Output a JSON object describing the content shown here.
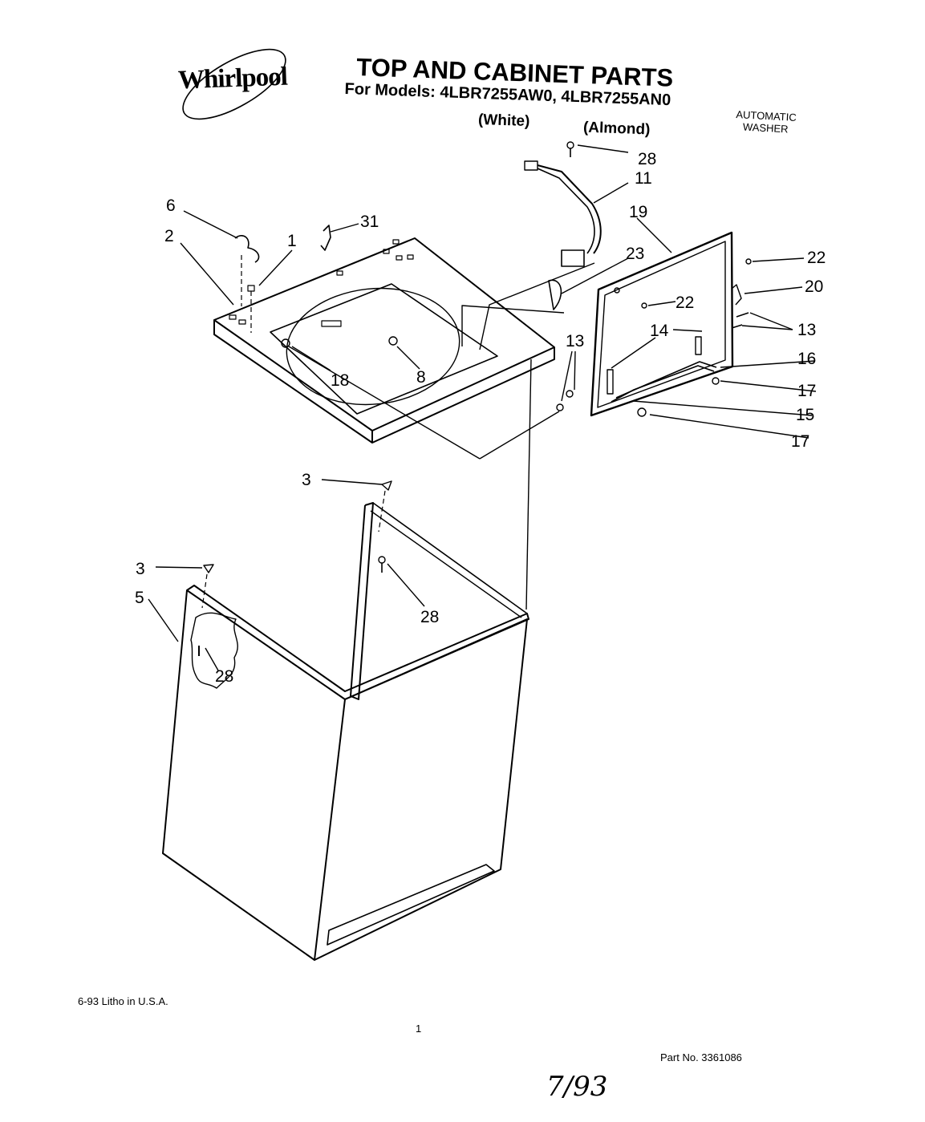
{
  "brand": "Whirlpool",
  "title": "TOP AND CABINET PARTS",
  "models_line": "For Models: 4LBR7255AW0, 4LBR7255AN0",
  "white_label": "(White)",
  "almond_label": "(Almond)",
  "product_type": [
    "AUTOMATIC",
    "WASHER"
  ],
  "litho": "6-93 Litho in U.S.A.",
  "page_number": "1",
  "handwritten_date": "7/93",
  "part_number": "Part No. 3361086",
  "callouts": {
    "c28a": "28",
    "c11": "11",
    "c19": "19",
    "c6": "6",
    "c31": "31",
    "c2": "2",
    "c1": "1",
    "c23": "23",
    "c22a": "22",
    "c22b": "22",
    "c20": "20",
    "c14": "14",
    "c13a": "13",
    "c13b": "13",
    "c16": "16",
    "c17a": "17",
    "c15": "15",
    "c17b": "17",
    "c18": "18",
    "c8": "8",
    "c3a": "3",
    "c3b": "3",
    "c5": "5",
    "c28b": "28",
    "c28c": "28"
  }
}
